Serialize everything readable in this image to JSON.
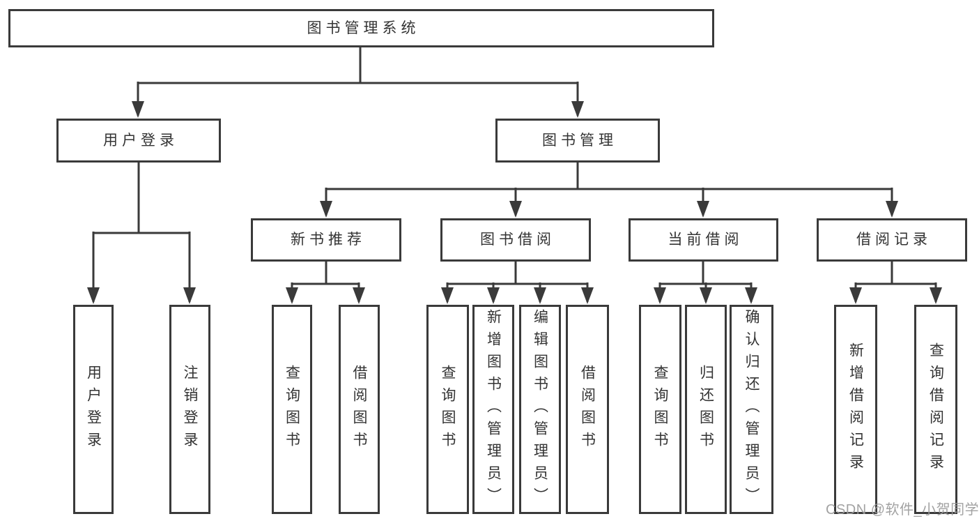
{
  "diagram": {
    "title": "图书管理系统",
    "nodes": {
      "root": "图书管理系统",
      "user_login": "用户登录",
      "book_mgmt": "图书管理",
      "new_book_rec": "新书推荐",
      "book_borrow": "图书借阅",
      "current_borrow": "当前借阅",
      "borrow_records": "借阅记录",
      "leaf_user_login": "用户登录",
      "leaf_logout": "注销登录",
      "leaf_rec_query_books": "查询图书",
      "leaf_rec_borrow_books": "借阅图书",
      "leaf_bb_query_books": "查询图书",
      "leaf_bb_add_books": "新增图书（管理员）",
      "leaf_bb_edit_books": "编辑图书（管理员）",
      "leaf_bb_borrow_books": "借阅图书",
      "leaf_cb_query_books": "查询图书",
      "leaf_cb_return_books": "归还图书",
      "leaf_cb_confirm_return": "确认归还（管理员）",
      "leaf_br_add_record": "新增借阅记录",
      "leaf_br_query_record": "查询借阅记录"
    }
  },
  "watermark": "CSDN @软件_小贺同学",
  "colors": {
    "line": "#3a3a3a",
    "box_border": "#3a3a3a",
    "box_fill": "#ffffff",
    "text": "#333333",
    "watermark": "#9b9b9b",
    "background": "#ffffff"
  }
}
